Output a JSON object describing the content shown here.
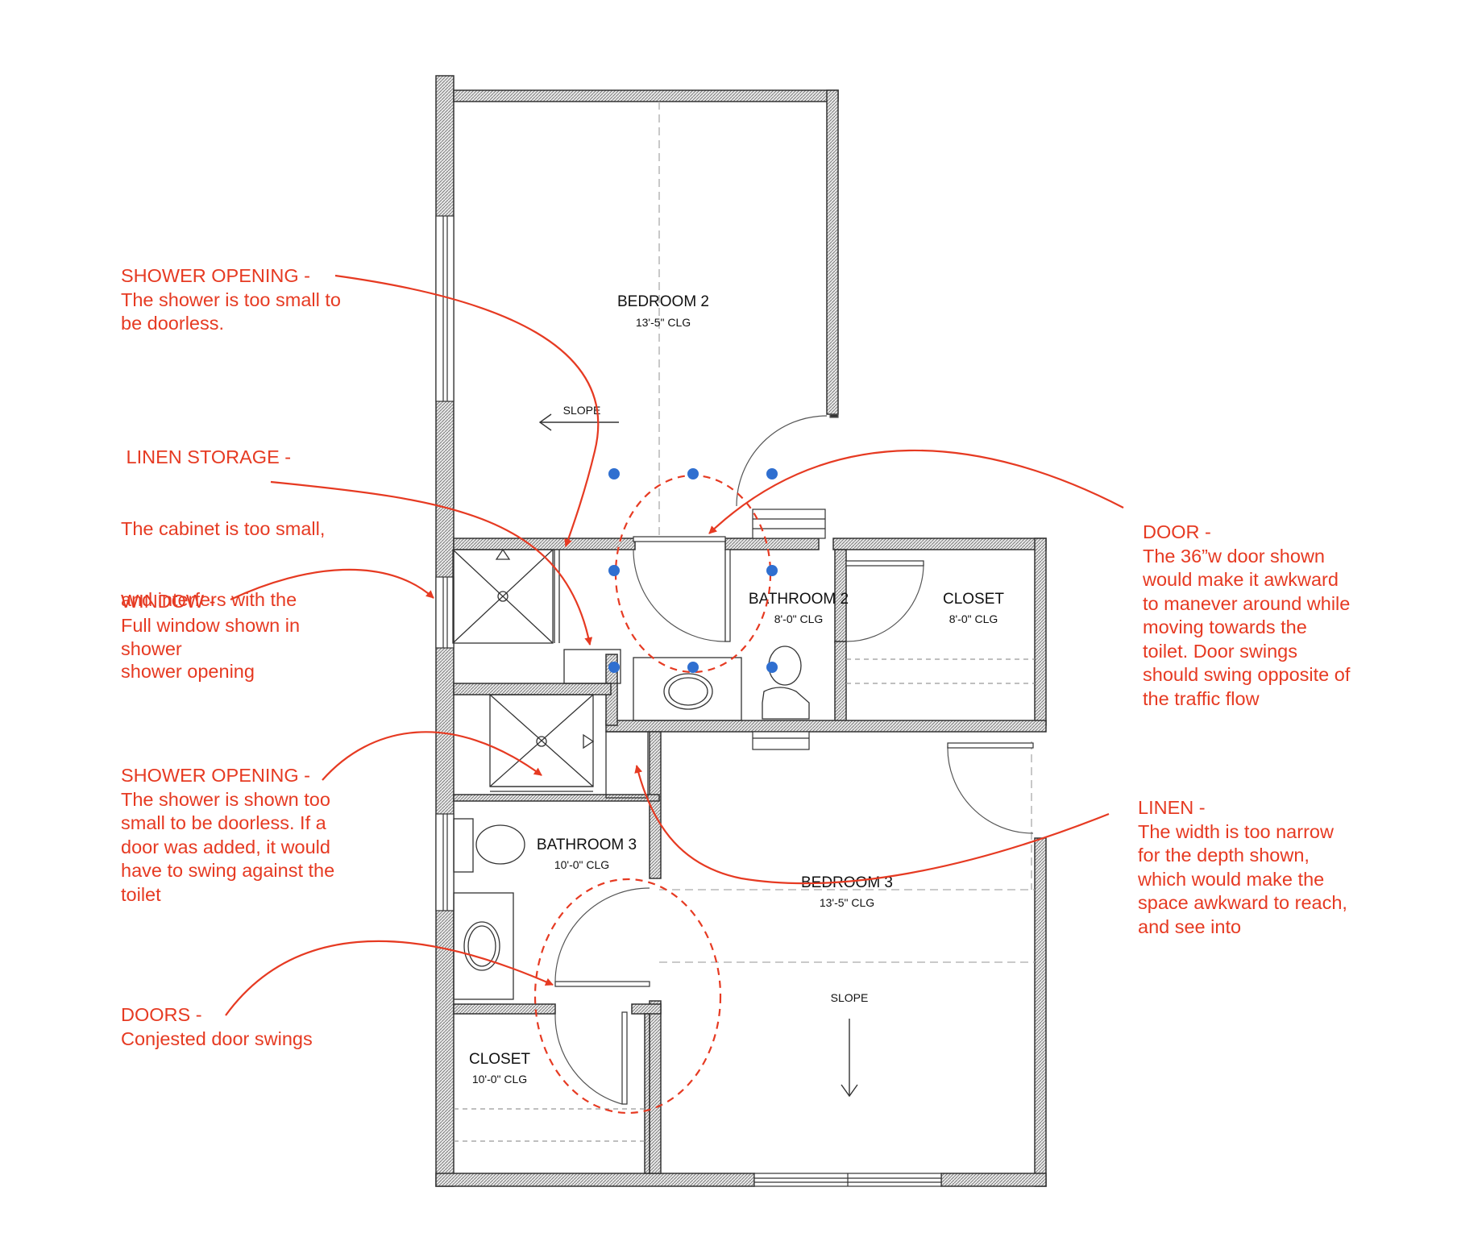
{
  "rooms": [
    {
      "id": "bedroom2",
      "name": "BEDROOM 2",
      "ceiling": "13'-5\" CLG"
    },
    {
      "id": "bathroom2",
      "name": "BATHROOM 2",
      "ceiling": "8'-0\" CLG"
    },
    {
      "id": "closet2",
      "name": "CLOSET",
      "ceiling": "8'-0\" CLG"
    },
    {
      "id": "bathroom3",
      "name": "BATHROOM 3",
      "ceiling": "10'-0\" CLG"
    },
    {
      "id": "bedroom3",
      "name": "BEDROOM 3",
      "ceiling": "13'-5\" CLG"
    },
    {
      "id": "closet3",
      "name": "CLOSET",
      "ceiling": "10'-0\" CLG"
    }
  ],
  "slope_labels": [
    "SLOPE",
    "SLOPE"
  ],
  "notes": [
    {
      "id": "shower-opening-1",
      "lines": [
        "SHOWER OPENING -",
        "The shower is too small to",
        "be doorless."
      ]
    },
    {
      "id": "linen-storage",
      "lines": [
        " LINEN STORAGE -",
        "The cabinet is too small,",
        "and interfers with the",
        "shower opening"
      ]
    },
    {
      "id": "window",
      "lines": [
        "WINDOW -",
        "Full window shown in",
        "shower"
      ]
    },
    {
      "id": "shower-opening-2",
      "lines": [
        "SHOWER OPENING -",
        "The shower is shown too",
        "small to be doorless. If a",
        "door was added, it would",
        "have to swing against the",
        "toilet"
      ]
    },
    {
      "id": "doors",
      "lines": [
        "DOORS -",
        "Conjested door swings"
      ]
    },
    {
      "id": "door",
      "lines": [
        "DOOR -",
        "The 36”w door shown",
        "would make it awkward",
        "to manever around while",
        "moving towards the",
        "toilet. Door swings",
        "should swing opposite of",
        "the traffic flow"
      ]
    },
    {
      "id": "linen",
      "lines": [
        "LINEN -",
        "The width is too narrow",
        "for the depth shown,",
        "which would make the",
        "space awkward to reach,",
        "and see into"
      ]
    }
  ],
  "colors": {
    "annotation": "#e63a22",
    "marker": "#2f6fd0",
    "wall_line": "#333333",
    "wall_hatch": "#7a7a7a"
  }
}
